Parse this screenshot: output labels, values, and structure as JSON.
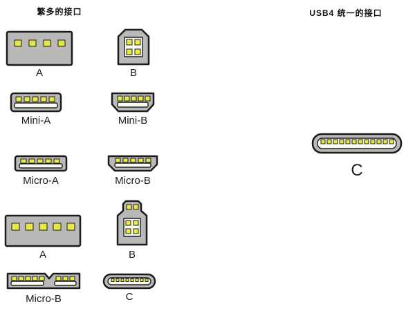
{
  "left_panel": {
    "title": "繁多的接口",
    "connectors": [
      {
        "type": "usb-a",
        "label": "A"
      },
      {
        "type": "usb-b",
        "label": "B"
      },
      {
        "type": "mini-a",
        "label": "Mini-A"
      },
      {
        "type": "mini-b",
        "label": "Mini-B"
      },
      {
        "type": "micro-a",
        "label": "Micro-A"
      },
      {
        "type": "micro-b",
        "label": "Micro-B"
      },
      {
        "type": "usb3-a",
        "label": "A"
      },
      {
        "type": "usb3-b",
        "label": "B"
      },
      {
        "type": "usb3-micro-b",
        "label": "Micro-B"
      },
      {
        "type": "usb-c",
        "label": "C"
      }
    ]
  },
  "right_panel": {
    "title": "USB4 统一的接口",
    "connector": {
      "type": "usb-c-large",
      "label": "C"
    }
  },
  "colors": {
    "body": "#b9bab8",
    "pin": "#e7e945",
    "inner": "#fbfbf6",
    "outline": "#1c1c1c",
    "bg": "#ffffff"
  }
}
